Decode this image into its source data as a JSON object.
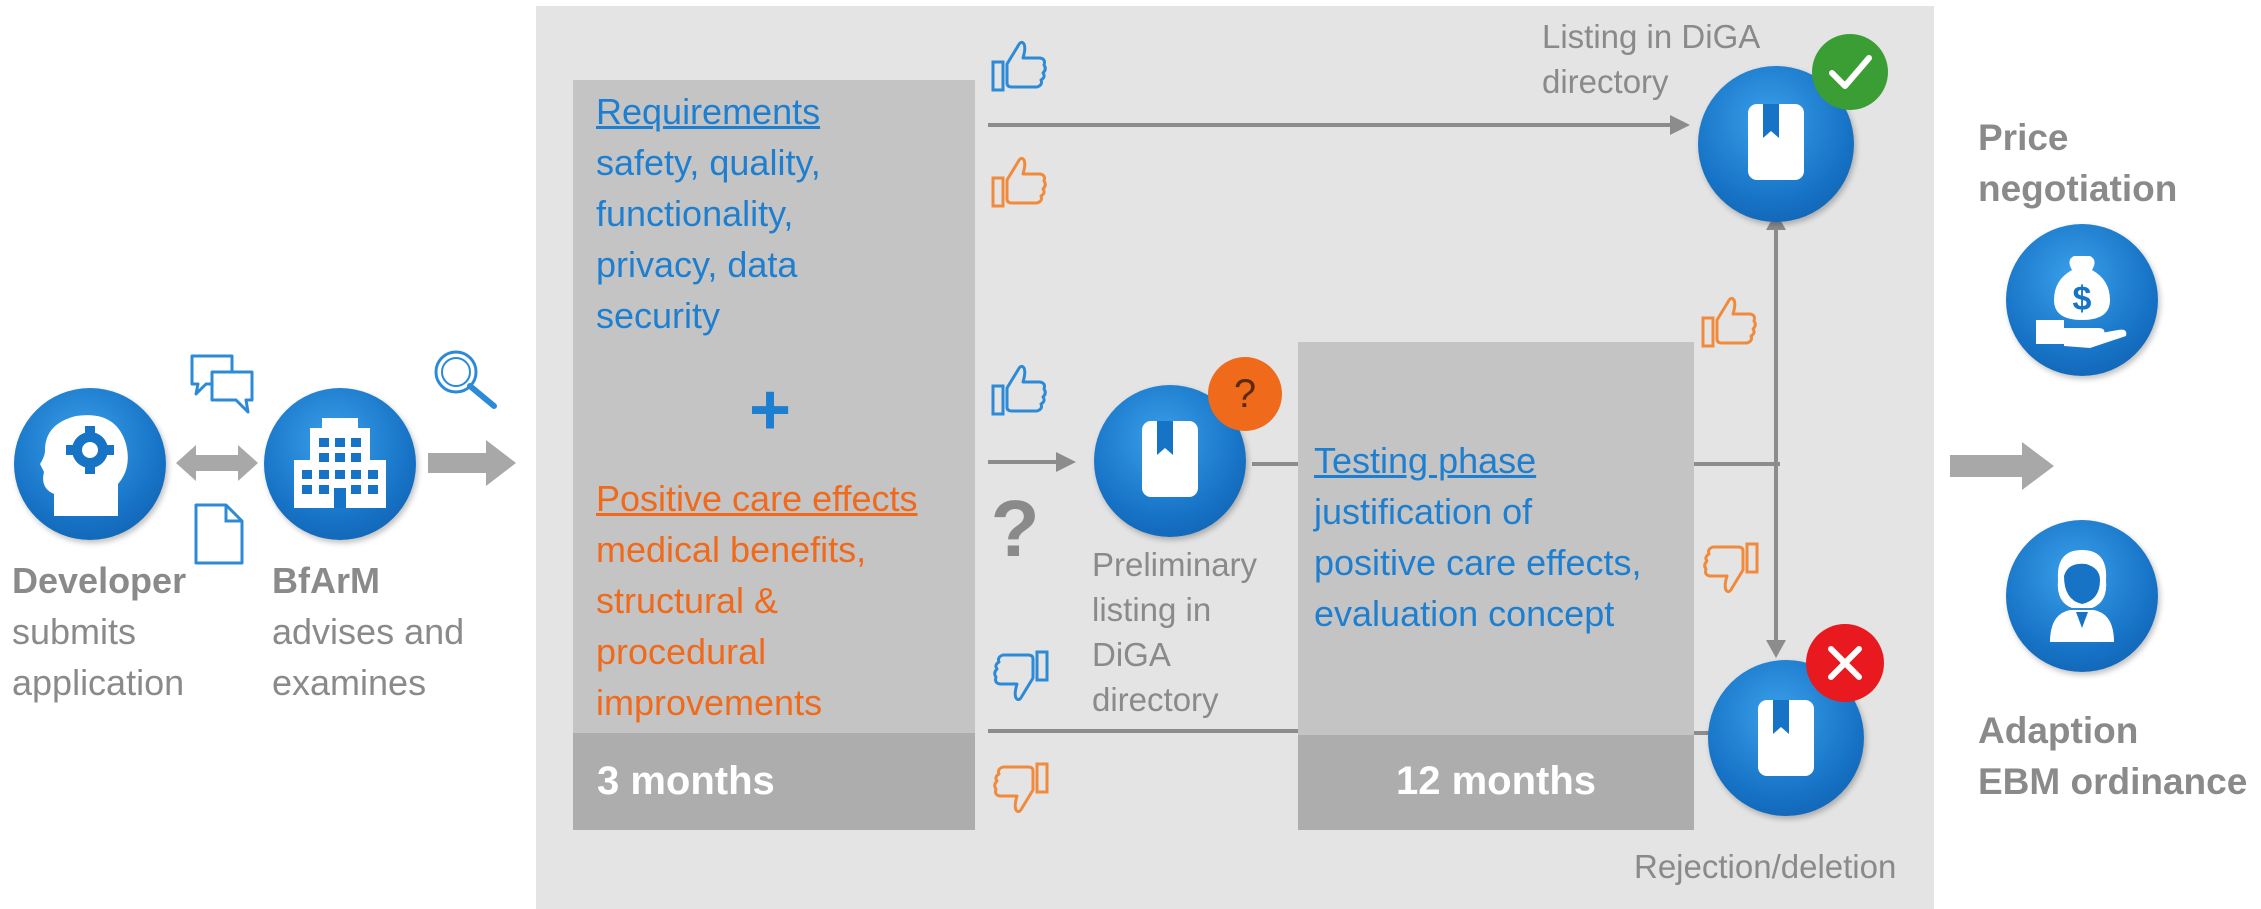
{
  "developer": {
    "title": "Developer",
    "line1": "submits",
    "line2": "application"
  },
  "bfarm": {
    "title": "BfArM",
    "line1": "advises and",
    "line2": "examines"
  },
  "requirements": {
    "heading": "Requirements",
    "lines": [
      "safety, quality,",
      "functionality,",
      "privacy, data",
      "security"
    ],
    "plus": "+"
  },
  "care_effects": {
    "heading": "Positive care effects",
    "lines": [
      "medical benefits,",
      "structural &",
      "procedural",
      "improvements"
    ]
  },
  "duration_short": "3 months",
  "duration_long": "12 months",
  "question_mark": "?",
  "preliminary": {
    "lines": [
      "Preliminary",
      "listing in",
      "DiGA",
      "directory"
    ],
    "badge": "?"
  },
  "testing": {
    "heading": "Testing phase",
    "lines": [
      "justification of",
      "positive care effects,",
      "evaluation concept"
    ]
  },
  "listing": {
    "lines": [
      "Listing in DiGA",
      "directory"
    ]
  },
  "rejection": {
    "label": "Rejection/deletion"
  },
  "price": {
    "lines": [
      "Price",
      "negotiation"
    ]
  },
  "adaption": {
    "lines": [
      "Adaption",
      "EBM ordinance"
    ]
  },
  "colors": {
    "blue": "#1e7fd0",
    "orange": "#f06a1c",
    "panel": "#e4e4e4",
    "box": "#c4c4c4",
    "box_footer": "#adadad",
    "approve_green": "#3a9e35",
    "reject_red": "#e8191f",
    "arrow_gray": "#8c8c8c"
  },
  "icons": {
    "developer": "head-gear-icon",
    "bfarm": "building-icon",
    "chat": "chat-bubbles-icon",
    "document": "document-icon",
    "search": "magnifier-icon",
    "app": "bookmark-app-icon",
    "approve": "checkmark-icon",
    "reject": "cross-icon",
    "price": "money-bag-hand-icon",
    "adaption": "person-icon",
    "thumbs_up": "thumbs-up-icon",
    "thumbs_down": "thumbs-down-icon"
  }
}
